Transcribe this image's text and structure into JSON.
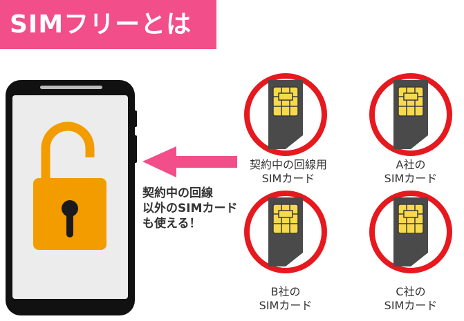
{
  "title": "SIMフリーとは",
  "message": {
    "line1": "契約中の回線",
    "line2": "以外のSIMカード",
    "line3": "も使える！"
  },
  "cards": [
    {
      "line1": "契約中の回線用",
      "line2": "SIMカード"
    },
    {
      "line1": "A社の",
      "line2": "SIMカード"
    },
    {
      "line1": "B社の",
      "line2": "SIMカード"
    },
    {
      "line1": "C社の",
      "line2": "SIMカード"
    }
  ],
  "colors": {
    "banner": "#f24e8a",
    "arrow": "#f24e8a",
    "ring": "#e6191e",
    "lock": "#f39c00",
    "chip": "#f7d94c",
    "sim_body": "#4a4a4a"
  },
  "icons": [
    "smartphone-icon",
    "unlocked-padlock-icon",
    "sim-card-icon"
  ]
}
